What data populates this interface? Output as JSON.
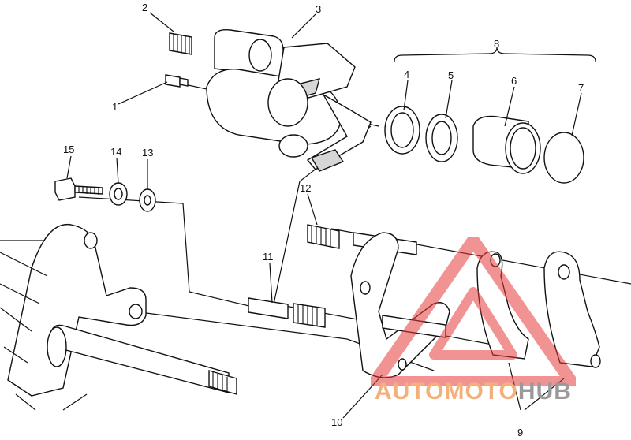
{
  "callouts": [
    "1",
    "2",
    "3",
    "4",
    "5",
    "6",
    "7",
    "8",
    "9",
    "10",
    "11",
    "12",
    "13",
    "14",
    "15"
  ],
  "watermark": {
    "part1": "AUTO",
    "part2": "MOTO",
    "part3": "HUB",
    "color_red": "#e83a3a",
    "color_orange": "#f3b07a",
    "color_gray": "#9a9a9a"
  }
}
